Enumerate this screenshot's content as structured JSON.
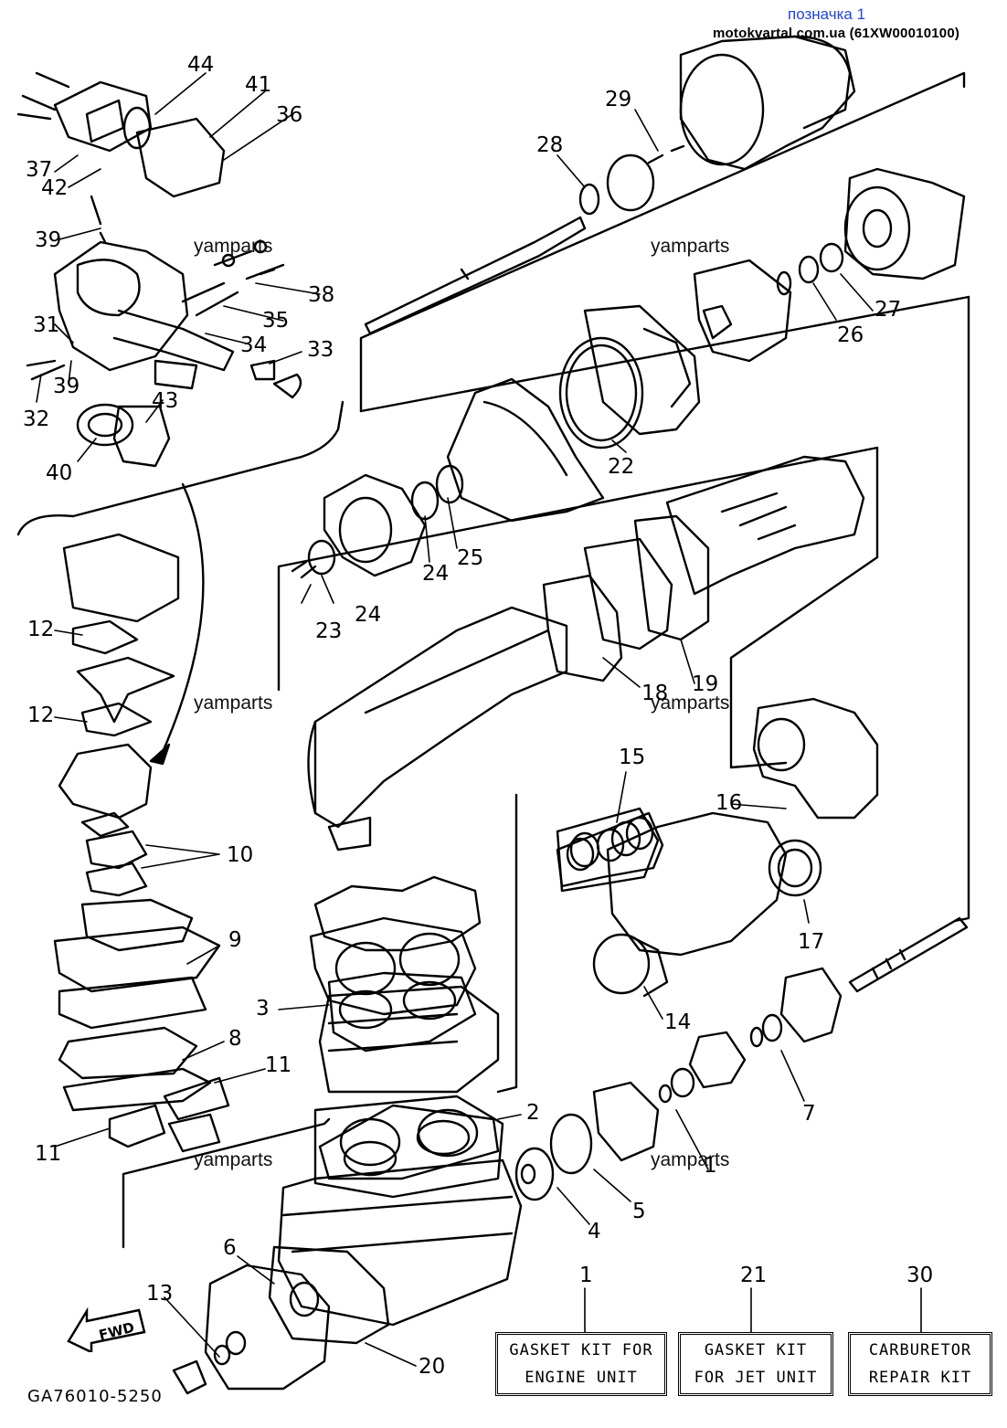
{
  "header": {
    "title": "позначка 1",
    "source": "motokvartal.com.ua (61XW00010100)"
  },
  "watermarks": [
    "yamparts",
    "yamparts",
    "yamparts",
    "yamparts",
    "yamparts",
    "yamparts"
  ],
  "callouts": [
    "44",
    "41",
    "36",
    "37",
    "42",
    "39",
    "38",
    "35",
    "31",
    "34",
    "39",
    "33",
    "32",
    "43",
    "40",
    "29",
    "28",
    "27",
    "26",
    "22",
    "25",
    "24",
    "24",
    "23",
    "19",
    "18",
    "12",
    "12",
    "10",
    "15",
    "16",
    "17",
    "9",
    "3",
    "8",
    "14",
    "7",
    "11",
    "11",
    "2",
    "1",
    "5",
    "4",
    "6",
    "13",
    "20",
    "1",
    "21",
    "30"
  ],
  "kits": [
    {
      "line1": "GASKET KIT FOR",
      "line2": "ENGINE UNIT"
    },
    {
      "line1": "GASKET KIT",
      "line2": "FOR JET UNIT"
    },
    {
      "line1": "CARBURETOR",
      "line2": "REPAIR KIT"
    }
  ],
  "drawing_code": "GA76010-5250",
  "fwd_label": "FWD"
}
